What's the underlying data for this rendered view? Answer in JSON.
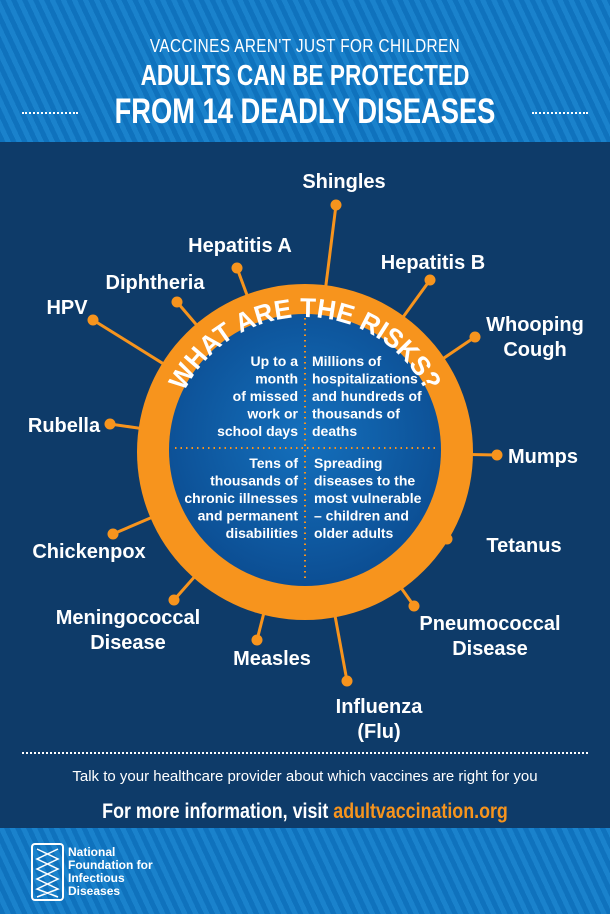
{
  "header": {
    "subtitle": "VACCINES AREN'T JUST FOR CHILDREN",
    "title_line1": "ADULTS CAN BE PROTECTED",
    "title_line2": "FROM 14 DEADLY DISEASES"
  },
  "colors": {
    "header_blue": "#1277c4",
    "navy": "#0e3b69",
    "orange": "#f7941d",
    "inner_blue": "#0f5ea8"
  },
  "center": {
    "heading": "WHAT ARE THE RISKS?",
    "risks": [
      {
        "lines": [
          "Up to a",
          "month",
          "of missed",
          "work or",
          "school days"
        ]
      },
      {
        "lines": [
          "Millions of",
          "hospitalizations",
          "and hundreds of",
          "thousands of",
          "deaths"
        ]
      },
      {
        "lines": [
          "Tens of",
          "thousands of",
          "chronic illnesses",
          "and permanent",
          "disabilities"
        ]
      },
      {
        "lines": [
          "Spreading",
          "diseases to the",
          "most vulnerable",
          "– children and",
          "older adults"
        ]
      }
    ]
  },
  "diseases": [
    {
      "lines": [
        "Shingles"
      ]
    },
    {
      "lines": [
        "Hepatitis A"
      ]
    },
    {
      "lines": [
        "Hepatitis B"
      ]
    },
    {
      "lines": [
        "Diphtheria"
      ]
    },
    {
      "lines": [
        "HPV"
      ]
    },
    {
      "lines": [
        "Whooping",
        "Cough"
      ]
    },
    {
      "lines": [
        "Rubella"
      ]
    },
    {
      "lines": [
        "Mumps"
      ]
    },
    {
      "lines": [
        "Chickenpox"
      ]
    },
    {
      "lines": [
        "Tetanus"
      ]
    },
    {
      "lines": [
        "Meningococcal",
        "Disease"
      ]
    },
    {
      "lines": [
        "Measles"
      ]
    },
    {
      "lines": [
        "Pneumococcal",
        "Disease"
      ]
    },
    {
      "lines": [
        "Influenza",
        "(Flu)"
      ]
    }
  ],
  "footer": {
    "talk": "Talk to your healthcare provider about which vaccines are right for you",
    "more_prefix": "For more information, visit ",
    "more_url": "adultvaccination.org",
    "org_lines": [
      "National",
      "Foundation for",
      "Infectious",
      "Diseases"
    ]
  }
}
